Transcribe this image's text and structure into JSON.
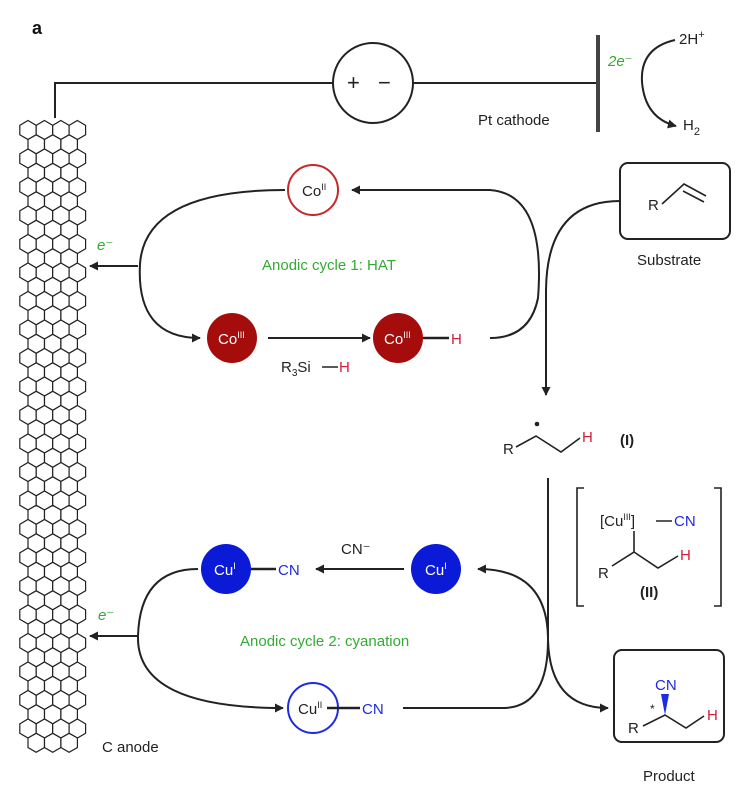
{
  "panel_label": "a",
  "colors": {
    "cycle_label": "#33aa33",
    "cobalt": "#a50d0d",
    "copper": "#0a1ad6",
    "hydrogen": "#d0233a",
    "cyano": "#1f2be0",
    "line": "#222222"
  },
  "power_supply": {
    "plus": "+",
    "minus": "−"
  },
  "cathode": {
    "label": "Pt cathode",
    "electrons": "2e⁻",
    "reactant_main": "2H",
    "reactant_sup": "+",
    "product_main": "H",
    "product_sub": "2"
  },
  "anode": {
    "label": "C anode"
  },
  "cycle1": {
    "label": "Anodic cycle 1: HAT",
    "electron": "e⁻",
    "co2_main": "Co",
    "co2_sup": "II",
    "co3_main": "Co",
    "co3_sup": "III",
    "co3h_main": "Co",
    "co3h_sup": "III",
    "hydride_h": "H",
    "silane_r": "R",
    "silane_sub": "3",
    "silane_si": "Si",
    "silane_h": "H"
  },
  "substrate": {
    "label": "Substrate",
    "r": "R"
  },
  "intermediate1": {
    "r": "R",
    "h": "H",
    "id": "(I)"
  },
  "intermediate2": {
    "cu_main": "[Cu",
    "cu_sup": "III",
    "cu_close": "]",
    "cn": "CN",
    "r": "R",
    "h": "H",
    "id": "(II)"
  },
  "cycle2": {
    "label": "Anodic cycle 2: cyanation",
    "electron": "e⁻",
    "cyanide": "CN⁻",
    "cu1cn_main": "Cu",
    "cu1cn_sup": "I",
    "cu1cn_cn": "CN",
    "cu1_main": "Cu",
    "cu1_sup": "I",
    "cu2cn_main": "Cu",
    "cu2cn_sup": "II",
    "cu2cn_cn": "CN"
  },
  "product": {
    "label": "Product",
    "cn": "CN",
    "r": "R",
    "h": "H",
    "star": "*"
  }
}
